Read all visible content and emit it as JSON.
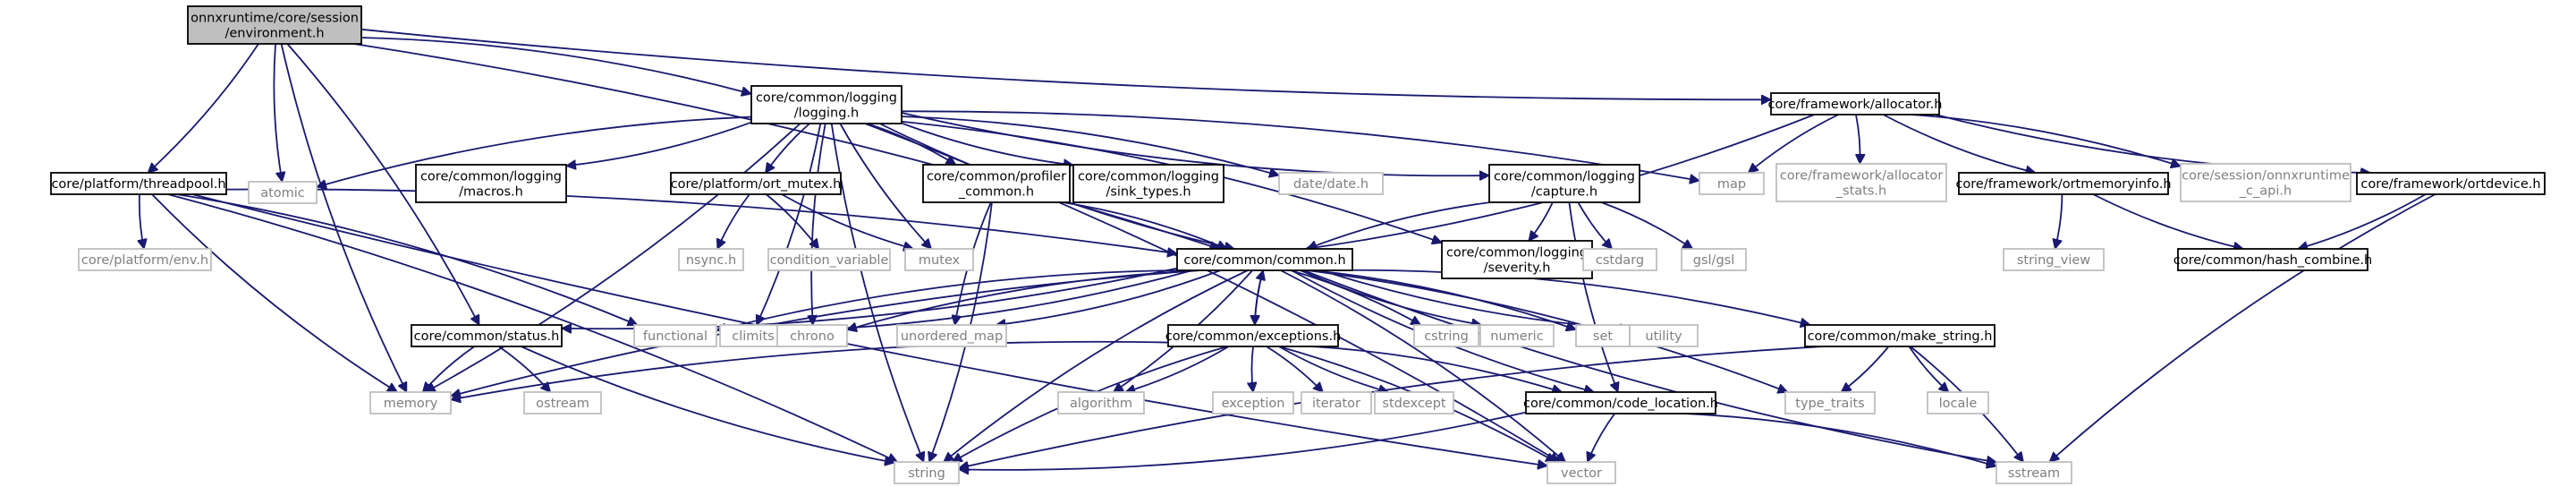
{
  "graph": {
    "colors": {
      "edge": "#191970",
      "node_border": "#000000",
      "external_border": "#bfbfbf",
      "root_fill": "#bfbfbf",
      "external_text": "#7f7f7f"
    },
    "nodes": [
      {
        "id": "env",
        "lines": [
          "onnxruntime/core/session",
          "/environment.h"
        ],
        "style": "root"
      },
      {
        "id": "logging",
        "lines": [
          "core/common/logging",
          "/logging.h"
        ],
        "style": "solid"
      },
      {
        "id": "allocator",
        "lines": [
          "core/framework/allocator.h"
        ],
        "style": "solid"
      },
      {
        "id": "threadpool",
        "lines": [
          "core/platform/threadpool.h"
        ],
        "style": "solid"
      },
      {
        "id": "atomic",
        "lines": [
          "atomic"
        ],
        "style": "light"
      },
      {
        "id": "macros",
        "lines": [
          "core/common/logging",
          "/macros.h"
        ],
        "style": "solid"
      },
      {
        "id": "ort_mutex",
        "lines": [
          "core/platform/ort_mutex.h"
        ],
        "style": "solid"
      },
      {
        "id": "profiler",
        "lines": [
          "core/common/profiler",
          "_common.h"
        ],
        "style": "solid"
      },
      {
        "id": "sink_types",
        "lines": [
          "core/common/logging",
          "/sink_types.h"
        ],
        "style": "solid"
      },
      {
        "id": "date",
        "lines": [
          "date/date.h"
        ],
        "style": "light"
      },
      {
        "id": "capture",
        "lines": [
          "core/common/logging",
          "/capture.h"
        ],
        "style": "solid"
      },
      {
        "id": "map",
        "lines": [
          "map"
        ],
        "style": "light"
      },
      {
        "id": "alloc_stats",
        "lines": [
          "core/framework/allocator",
          "_stats.h"
        ],
        "style": "light"
      },
      {
        "id": "ortmemoryinfo",
        "lines": [
          "core/framework/ortmemoryinfo.h"
        ],
        "style": "solid"
      },
      {
        "id": "c_api",
        "lines": [
          "core/session/onnxruntime",
          "_c_api.h"
        ],
        "style": "light"
      },
      {
        "id": "ortdevice",
        "lines": [
          "core/framework/ortdevice.h"
        ],
        "style": "solid"
      },
      {
        "id": "platform_env",
        "lines": [
          "core/platform/env.h"
        ],
        "style": "light"
      },
      {
        "id": "nsync",
        "lines": [
          "nsync.h"
        ],
        "style": "light"
      },
      {
        "id": "condvar",
        "lines": [
          "condition_variable"
        ],
        "style": "light"
      },
      {
        "id": "mutex",
        "lines": [
          "mutex"
        ],
        "style": "light"
      },
      {
        "id": "common",
        "lines": [
          "core/common/common.h"
        ],
        "style": "solid"
      },
      {
        "id": "severity",
        "lines": [
          "core/common/logging",
          "/severity.h"
        ],
        "style": "solid"
      },
      {
        "id": "cstdarg",
        "lines": [
          "cstdarg"
        ],
        "style": "light"
      },
      {
        "id": "gsl",
        "lines": [
          "gsl/gsl"
        ],
        "style": "light"
      },
      {
        "id": "string_view",
        "lines": [
          "string_view"
        ],
        "style": "light"
      },
      {
        "id": "hash_combine",
        "lines": [
          "core/common/hash_combine.h"
        ],
        "style": "solid"
      },
      {
        "id": "status",
        "lines": [
          "core/common/status.h"
        ],
        "style": "solid"
      },
      {
        "id": "functional",
        "lines": [
          "functional"
        ],
        "style": "light"
      },
      {
        "id": "climits",
        "lines": [
          "climits"
        ],
        "style": "light"
      },
      {
        "id": "chrono",
        "lines": [
          "chrono"
        ],
        "style": "light"
      },
      {
        "id": "unordered_map",
        "lines": [
          "unordered_map"
        ],
        "style": "light"
      },
      {
        "id": "exceptions",
        "lines": [
          "core/common/exceptions.h"
        ],
        "style": "solid"
      },
      {
        "id": "cstring",
        "lines": [
          "cstring"
        ],
        "style": "light"
      },
      {
        "id": "numeric",
        "lines": [
          "numeric"
        ],
        "style": "light"
      },
      {
        "id": "set",
        "lines": [
          "set"
        ],
        "style": "light"
      },
      {
        "id": "utility",
        "lines": [
          "utility"
        ],
        "style": "light"
      },
      {
        "id": "make_string",
        "lines": [
          "core/common/make_string.h"
        ],
        "style": "solid"
      },
      {
        "id": "memory",
        "lines": [
          "memory"
        ],
        "style": "light"
      },
      {
        "id": "ostream",
        "lines": [
          "ostream"
        ],
        "style": "light"
      },
      {
        "id": "algorithm",
        "lines": [
          "algorithm"
        ],
        "style": "light"
      },
      {
        "id": "exception",
        "lines": [
          "exception"
        ],
        "style": "light"
      },
      {
        "id": "iterator",
        "lines": [
          "iterator"
        ],
        "style": "light"
      },
      {
        "id": "stdexcept",
        "lines": [
          "stdexcept"
        ],
        "style": "light"
      },
      {
        "id": "code_location",
        "lines": [
          "core/common/code_location.h"
        ],
        "style": "solid"
      },
      {
        "id": "type_traits",
        "lines": [
          "type_traits"
        ],
        "style": "light"
      },
      {
        "id": "locale",
        "lines": [
          "locale"
        ],
        "style": "light"
      },
      {
        "id": "string",
        "lines": [
          "string"
        ],
        "style": "light"
      },
      {
        "id": "vector",
        "lines": [
          "vector"
        ],
        "style": "light"
      },
      {
        "id": "sstream",
        "lines": [
          "sstream"
        ],
        "style": "light"
      }
    ],
    "edges": [
      [
        "env",
        "logging"
      ],
      [
        "env",
        "allocator"
      ],
      [
        "env",
        "threadpool"
      ],
      [
        "env",
        "atomic"
      ],
      [
        "env",
        "status"
      ],
      [
        "env",
        "memory"
      ],
      [
        "env",
        "common"
      ],
      [
        "logging",
        "atomic"
      ],
      [
        "logging",
        "macros"
      ],
      [
        "logging",
        "ort_mutex"
      ],
      [
        "logging",
        "profiler"
      ],
      [
        "logging",
        "sink_types"
      ],
      [
        "logging",
        "date"
      ],
      [
        "logging",
        "capture"
      ],
      [
        "logging",
        "map"
      ],
      [
        "logging",
        "common"
      ],
      [
        "logging",
        "severity"
      ],
      [
        "logging",
        "mutex"
      ],
      [
        "logging",
        "climits"
      ],
      [
        "logging",
        "chrono"
      ],
      [
        "logging",
        "memory"
      ],
      [
        "logging",
        "string"
      ],
      [
        "logging",
        "vector"
      ],
      [
        "allocator",
        "map"
      ],
      [
        "allocator",
        "alloc_stats"
      ],
      [
        "allocator",
        "ortmemoryinfo"
      ],
      [
        "allocator",
        "c_api"
      ],
      [
        "allocator",
        "ortdevice"
      ],
      [
        "allocator",
        "common"
      ],
      [
        "threadpool",
        "platform_env"
      ],
      [
        "threadpool",
        "functional"
      ],
      [
        "threadpool",
        "memory"
      ],
      [
        "threadpool",
        "string"
      ],
      [
        "threadpool",
        "vector"
      ],
      [
        "threadpool",
        "common"
      ],
      [
        "ort_mutex",
        "nsync"
      ],
      [
        "ort_mutex",
        "condvar"
      ],
      [
        "ort_mutex",
        "mutex"
      ],
      [
        "profiler",
        "common"
      ],
      [
        "profiler",
        "unordered_map"
      ],
      [
        "profiler",
        "string"
      ],
      [
        "capture",
        "common"
      ],
      [
        "capture",
        "severity"
      ],
      [
        "capture",
        "cstdarg"
      ],
      [
        "capture",
        "gsl"
      ],
      [
        "capture",
        "code_location"
      ],
      [
        "ortmemoryinfo",
        "string_view"
      ],
      [
        "ortmemoryinfo",
        "hash_combine"
      ],
      [
        "ortdevice",
        "hash_combine"
      ],
      [
        "ortdevice",
        "sstream"
      ],
      [
        "common",
        "status"
      ],
      [
        "common",
        "functional"
      ],
      [
        "common",
        "climits"
      ],
      [
        "common",
        "chrono"
      ],
      [
        "common",
        "unordered_map"
      ],
      [
        "common",
        "exceptions"
      ],
      [
        "common",
        "cstring"
      ],
      [
        "common",
        "numeric"
      ],
      [
        "common",
        "set"
      ],
      [
        "common",
        "utility"
      ],
      [
        "common",
        "make_string"
      ],
      [
        "common",
        "memory"
      ],
      [
        "common",
        "algorithm"
      ],
      [
        "common",
        "code_location"
      ],
      [
        "common",
        "type_traits"
      ],
      [
        "common",
        "string"
      ],
      [
        "common",
        "vector"
      ],
      [
        "common",
        "sstream"
      ],
      [
        "exceptions",
        "common"
      ],
      [
        "exceptions",
        "memory"
      ],
      [
        "exceptions",
        "algorithm"
      ],
      [
        "exceptions",
        "exception"
      ],
      [
        "exceptions",
        "iterator"
      ],
      [
        "exceptions",
        "stdexcept"
      ],
      [
        "exceptions",
        "code_location"
      ],
      [
        "exceptions",
        "string"
      ],
      [
        "exceptions",
        "vector"
      ],
      [
        "status",
        "memory"
      ],
      [
        "status",
        "ostream"
      ],
      [
        "status",
        "string"
      ],
      [
        "make_string",
        "type_traits"
      ],
      [
        "make_string",
        "locale"
      ],
      [
        "make_string",
        "sstream"
      ],
      [
        "make_string",
        "string"
      ],
      [
        "code_location",
        "string"
      ],
      [
        "code_location",
        "vector"
      ],
      [
        "code_location",
        "sstream"
      ]
    ]
  }
}
